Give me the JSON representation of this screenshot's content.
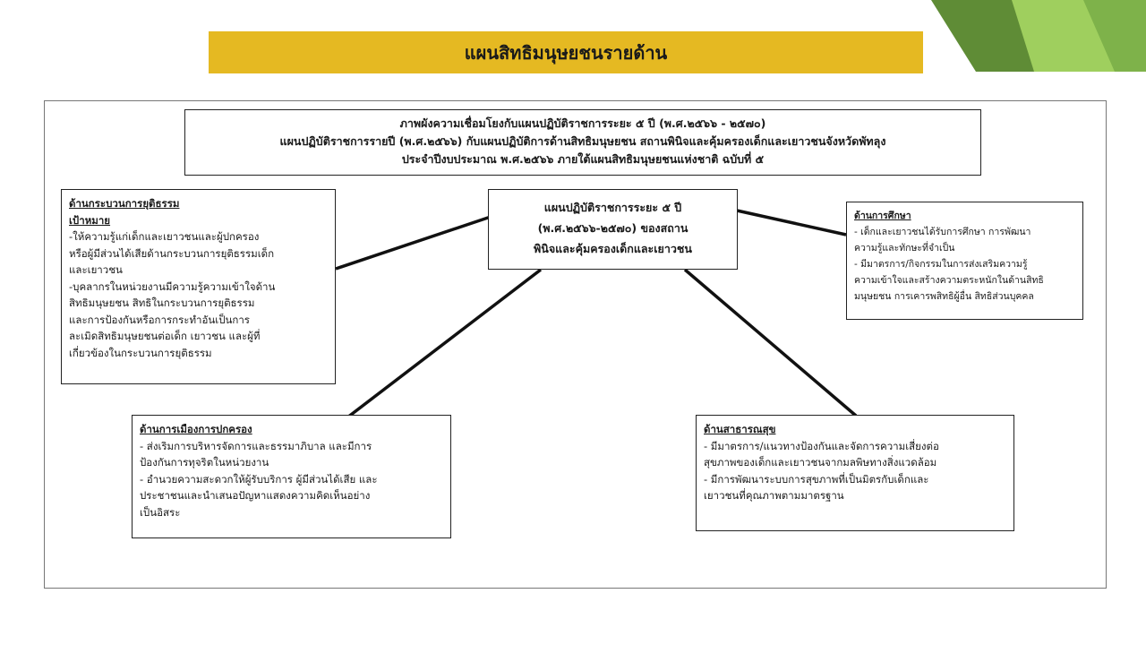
{
  "slide": {
    "title": "แผนสิทธิมนุษยชนรายด้าน",
    "accent_colors": {
      "title_band": "#e5b922",
      "corner_dark": "#5f8c36",
      "corner_light": "#9fcf5e"
    }
  },
  "diagram": {
    "header": {
      "lines": [
        "ภาพผังความเชื่อมโยงกับแผนปฏิบัติราชการระยะ ๕ ปี (พ.ศ.๒๕๖๖ - ๒๕๗๐)",
        "แผนปฏิบัติราชการรายปี (พ.ศ.๒๕๖๖) กับแผนปฏิบัติการด้านสิทธิมนุษยชน  สถานพินิจและคุ้มครองเด็กและเยาวชนจังหวัดพัทลุง",
        "ประจำปีงบประมาณ พ.ศ.๒๕๖๖ ภายใต้แผนสิทธิมนุษยชนแห่งชาติ ฉบับที่ ๕"
      ]
    },
    "center": {
      "lines": [
        "แผนปฏิบัติราชการระยะ ๕ ปี",
        "(พ.ศ.๒๕๖๖-๒๕๗๐) ของสถาน",
        "พินิจและคุ้มครองเด็กและเยาวชน"
      ]
    },
    "justice": {
      "title": "ด้านกระบวนการยุติธรรม",
      "subtitle": "เป้าหมาย",
      "lines": [
        "-ให้ความรู้แก่เด็กและเยาวชนและผู้ปกครอง",
        "หรือผู้มีส่วนได้เสียด้านกระบวนการยุติธรรมเด็ก",
        "และเยาวชน",
        "-บุคลากรในหน่วยงานมีความรู้ความเข้าใจด้าน",
        "สิทธิมนุษยชน สิทธิในกระบวนการยุติธรรม",
        "และการป้องกันหรือการกระทำอันเป็นการ",
        "ละเมิดสิทธิมนุษยชนต่อเด็ก เยาวชน และผู้ที่",
        "เกี่ยวข้องในกระบวนการยุติธรรม"
      ]
    },
    "education": {
      "title": "ด้านการศึกษา",
      "lines": [
        "- เด็กและเยาวชนได้รับการศึกษา การพัฒนา",
        "ความรู้และทักษะที่จำเป็น",
        "- มีมาตรการ/กิจกรรมในการส่งเสริมความรู้",
        "ความเข้าใจและสร้างความตระหนักในด้านสิทธิ",
        "มนุษยชน การเคารพสิทธิผู้อื่น สิทธิส่วนบุคคล"
      ]
    },
    "politics": {
      "title": "ด้านการเมืองการปกครอง",
      "lines": [
        "- ส่งเริมการบริหารจัดการและธรรมาภิบาล และมีการ",
        "ป้องกันการทุจริตในหน่วยงาน",
        "- อำนวยความสะดวกให้ผู้รับบริการ  ผู้มีส่วนได้เสีย และ",
        "ประชาชนและนำเสนอปัญหาแสดงความคิดเห็นอย่าง",
        "เป็นอิสระ"
      ]
    },
    "health": {
      "title": "ด้านสาธารณสุข",
      "lines": [
        "- มีมาตรการ/แนวทางป้องกันและจัดการความเสี่ยงต่อ",
        "สุขภาพของเด็กและเยาวชนจากมลพิษทางสิ่งแวดล้อม",
        "- มีการพัฒนาระบบการสุขภาพที่เป็นมิตรกับเด็กและ",
        "เยาวชนที่คุณภาพตามมาตรฐาน"
      ]
    }
  }
}
